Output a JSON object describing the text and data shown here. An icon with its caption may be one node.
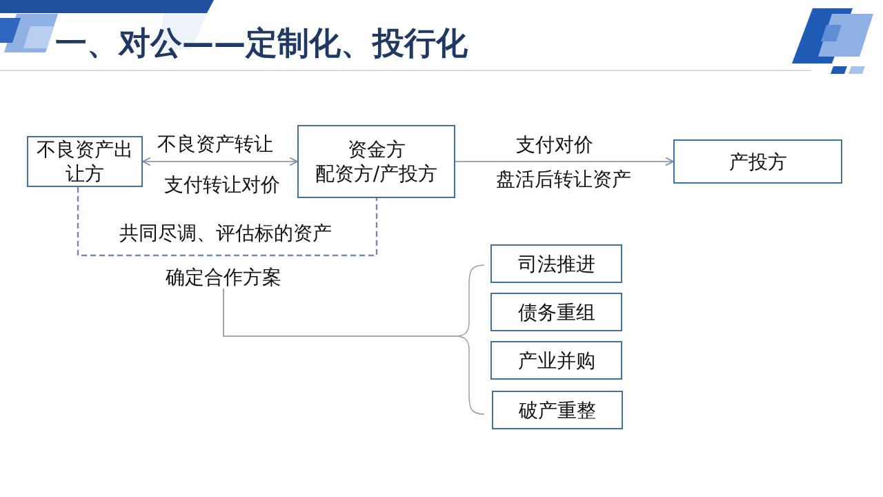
{
  "diagram": {
    "title": "一、对公——定制化、投行化",
    "nodes": [
      {
        "text": [
          "不良资产出让方"
        ]
      },
      {
        "text": [
          "资金方",
          "配资方/产投方"
        ]
      },
      {
        "text": [
          "产投方"
        ]
      },
      {
        "text": [
          "确定合作方案"
        ]
      },
      {
        "text": [],
        "shape": "brace"
      },
      {
        "text": [
          "司法推进"
        ]
      },
      {
        "text": [
          "债务重组"
        ]
      },
      {
        "text": [
          "产业并购"
        ]
      },
      {
        "text": [
          "破产重整"
        ]
      }
    ],
    "edges": [
      {
        "from": 0,
        "to": 1,
        "arrow": "both",
        "label": "不良资产转让"
      },
      {
        "from": 1,
        "to": 2,
        "arrow": "to",
        "label": "支付对价"
      },
      {
        "from": 0,
        "to": 1,
        "arrow": "none",
        "label": "共同尽调、评估标的资产",
        "style": "dashed"
      },
      {
        "from": 3,
        "to": 4,
        "arrow": "none",
        "color": "#8c8c8c"
      }
    ],
    "labels": [
      "支付转让对价",
      "盘活后转让资产"
    ]
  }
}
